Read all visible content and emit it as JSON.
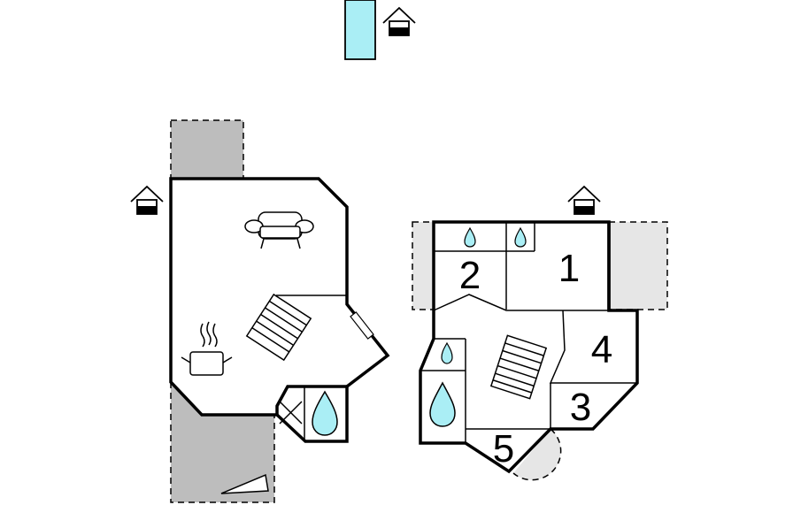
{
  "colors": {
    "terrace_dark": "#bdbdbd",
    "terrace_light": "#e6e6e6",
    "water": "#aaeef5",
    "wall": "#000000"
  },
  "icons": [
    "pool-icon",
    "house-entrance-icon",
    "sofa-icon",
    "stairs-icon",
    "cooking-pot-icon",
    "shower-icon",
    "bath-drop-icon"
  ],
  "rooms": {
    "room_1": "1",
    "room_2": "2",
    "room_3": "3",
    "room_4": "4",
    "room_5": "5"
  }
}
